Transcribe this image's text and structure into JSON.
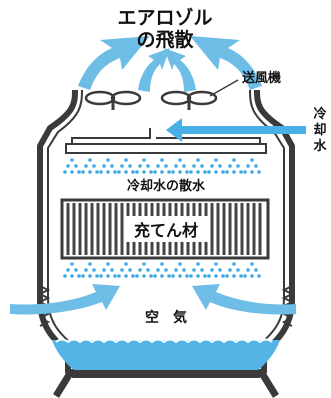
{
  "title_line1": "エアロゾル",
  "title_line2": "の飛散",
  "fan_label": "送風機",
  "cooling_water_chars": [
    "冷",
    "却",
    "水"
  ],
  "spray_label": "冷却水の散水",
  "fill_label": "充てん材",
  "air_label": "空　気",
  "colors": {
    "aerosol_arrow": "#6dbde6",
    "water_arrow": "#48b0e4",
    "water_basin": "#54b4e6",
    "droplet": "#3ea9e0",
    "tower_outline": "#3a3a3a",
    "fill_stripe": "#444444"
  }
}
